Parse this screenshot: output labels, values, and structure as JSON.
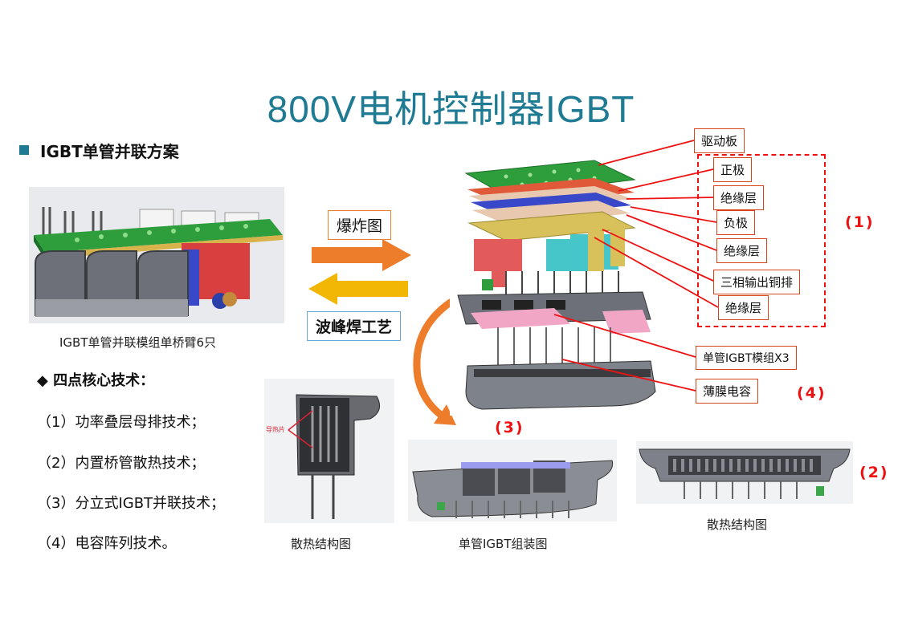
{
  "title": "800V电机控制器IGBT",
  "section": "IGBT单管并联方案",
  "left_caption": "IGBT单管并联模组单桥臂6只",
  "tech_heading": "◆ 四点核心技术：",
  "tech_items": [
    "（1）功率叠层母排技术；",
    "（2）内置桥管散热技术；",
    "（3）分立式IGBT并联技术；",
    "（4）电容阵列技术。"
  ],
  "process": {
    "explode": "爆炸图",
    "wave": "波峰焊工艺"
  },
  "labels": {
    "drive_board": "驱动板",
    "positive": "正极",
    "insulation1": "绝缘层",
    "negative": "负极",
    "insulation2": "绝缘层",
    "busbar": "三相输出铜排",
    "insulation3": "绝缘层",
    "igbt_module": "单管IGBT模组X3",
    "film_cap": "薄膜电容"
  },
  "markers": {
    "m1": "(1)",
    "m2": "(2)",
    "m3": "(3)",
    "m4": "(4)"
  },
  "captions": {
    "heat1": "散热结构图",
    "assembly": "单管IGBT组装图",
    "heat2": "散热结构图"
  },
  "inset_label": "导热片",
  "colors": {
    "title": "#1f7a93",
    "accent_red": "#e11111",
    "arrow_orange": "#ee7d2b",
    "arrow_yellow": "#f2b705",
    "pcb_green": "#2e9e3c"
  }
}
